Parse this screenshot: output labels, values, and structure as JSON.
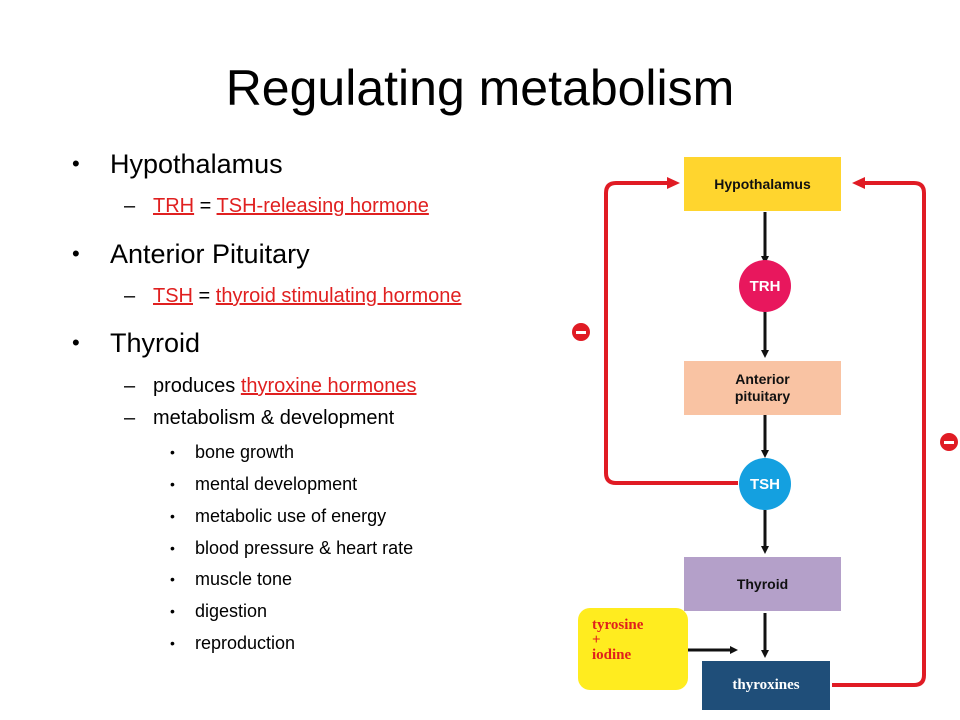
{
  "slide": {
    "title": "Regulating metabolism"
  },
  "bullets": {
    "hypothalamus": {
      "label": "Hypothalamus",
      "sub_abbr": "TRH",
      "sub_eq": " = ",
      "sub_full": "TSH-releasing hormone"
    },
    "pituitary": {
      "label": "Anterior Pituitary",
      "sub_abbr": "TSH",
      "sub_eq": " = ",
      "sub_full": "thyroid stimulating hormone"
    },
    "thyroid": {
      "label": "Thyroid",
      "produces_prefix": "produces ",
      "produces_link": "thyroxine hormones",
      "metabolism": "metabolism & development",
      "items": [
        "bone growth",
        "mental development",
        "metabolic use of energy",
        "blood pressure & heart rate",
        "muscle tone",
        "digestion",
        "reproduction"
      ]
    },
    "dash": "–",
    "dot": "•"
  },
  "diagram": {
    "hypothalamus_box": "Hypothalamus",
    "trh": "TRH",
    "pituitary_line1": "Anterior",
    "pituitary_line2": "pituitary",
    "tsh": "TSH",
    "thyroid_box": "Thyroid",
    "tyrosine_line1": "tyrosine",
    "tyrosine_line2": "+",
    "tyrosine_line3": "iodine",
    "thyroxines": "thyroxines",
    "colors": {
      "hypothalamus": "#ffd52e",
      "pituitary": "#f9c3a3",
      "thyroid": "#b4a0c9",
      "trh": "#e8175d",
      "tsh": "#14a0e0",
      "feedback": "#e01b24",
      "tyrosine_bg": "#ffec1f",
      "thyroxines_bg": "#1f4e79"
    }
  }
}
